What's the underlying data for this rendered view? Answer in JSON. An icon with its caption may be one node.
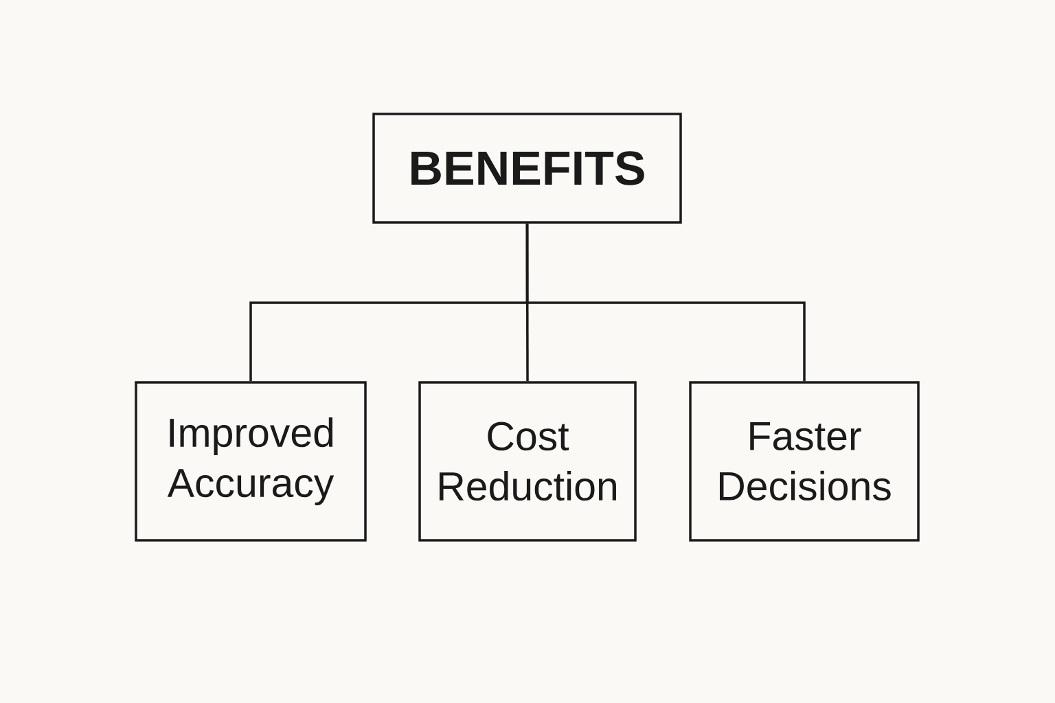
{
  "diagram": {
    "nodes": [
      {
        "text": [
          "BENEFITS"
        ]
      },
      {
        "text": [
          "Improved Accuracy"
        ]
      },
      {
        "text": [
          "Cost Reduction"
        ]
      },
      {
        "text": [
          "Faster Decisions"
        ]
      }
    ],
    "edges": [
      {
        "from": 0,
        "to": 1,
        "arrow": "none"
      },
      {
        "from": 0,
        "to": 2,
        "arrow": "none"
      },
      {
        "from": 0,
        "to": 3,
        "arrow": "none"
      }
    ]
  }
}
